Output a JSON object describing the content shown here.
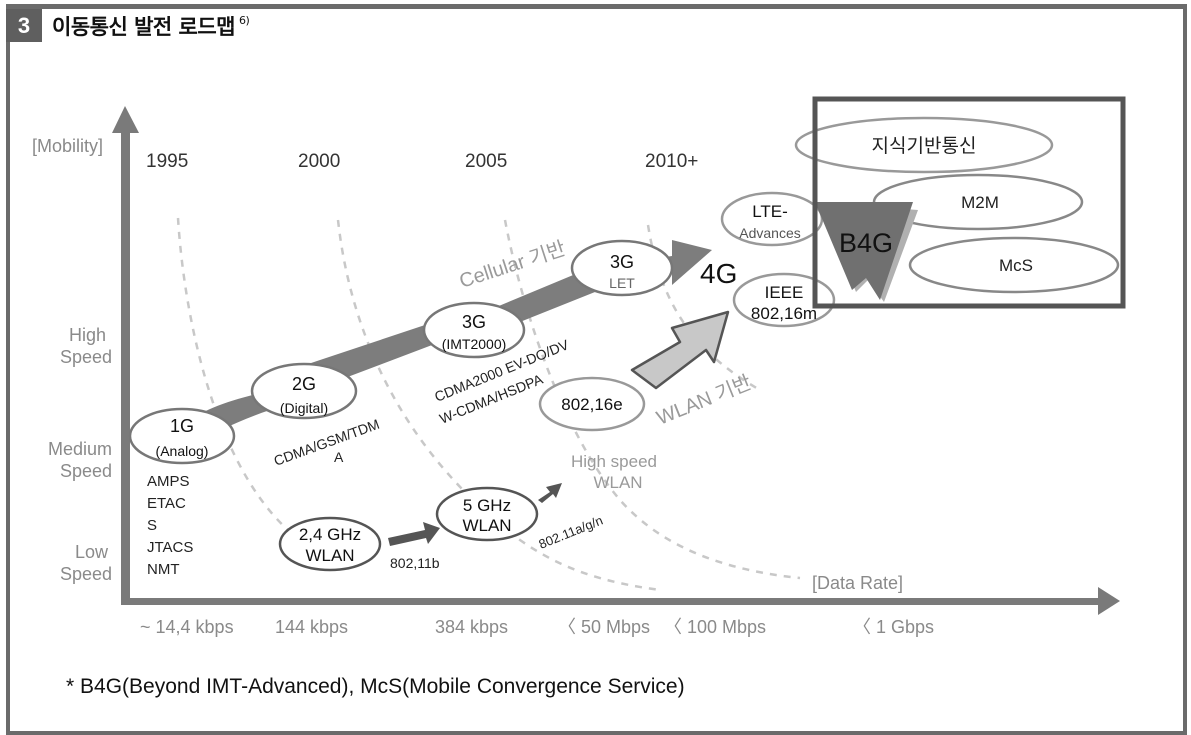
{
  "header": {
    "section_number": "3",
    "title": "이동통신 발전 로드맵",
    "footnote_ref": "6)"
  },
  "colors": {
    "frame": "#6b6b6b",
    "axis": "#7a7a7a",
    "cellular_band": "#7d7d7d",
    "wlan_arrow_fill": "#c8c8c8",
    "b4g_triangle": "#707070",
    "b4g_box": "#555555",
    "muted_text": "#8a8a8a",
    "dashed_curve": "#c8c8c8"
  },
  "axes": {
    "y_label": "[Mobility]",
    "x_label": "[Data Rate]",
    "y_levels": [
      {
        "line1": "High",
        "line2": "Speed"
      },
      {
        "line1": "Medium",
        "line2": "Speed"
      },
      {
        "line1": "Low",
        "line2": "Speed"
      }
    ],
    "years": [
      "1995",
      "2000",
      "2005",
      "2010+"
    ],
    "data_rates": [
      "~ 14,4 kbps",
      "144 kbps",
      "384 kbps",
      "〈 50 Mbps",
      "〈 100 Mbps",
      "〈 1 Gbps"
    ]
  },
  "cellular": {
    "label": "Cellular 기반",
    "nodes": [
      {
        "line1": "1G",
        "line2": "(Analog)"
      },
      {
        "line1": "2G",
        "line2": "(Digital)"
      },
      {
        "line1": "3G",
        "line2": "(IMT2000)"
      },
      {
        "line1": "3G",
        "line2": "LET"
      }
    ],
    "tech_1g": [
      "AMPS",
      "ETAC",
      "S",
      "JTACS",
      "NMT"
    ],
    "tech_2g": [
      "CDMA/GSM/TDM",
      "A"
    ],
    "tech_3g": [
      "CDMA2000 EV-DO/DV",
      "W-CDMA/HSDPA"
    ]
  },
  "wlan": {
    "label": "WLAN 기반",
    "node_24": {
      "line1": "2,4 GHz",
      "line2": "WLAN"
    },
    "node_5": {
      "line1": "5 GHz",
      "line2": "WLAN"
    },
    "std_b": "802,11b",
    "std_agn": "802.11a/g/n",
    "high_speed": {
      "line1": "High speed",
      "line2": "WLAN"
    },
    "node_16e": "802,16e"
  },
  "fourg": {
    "label": "4G",
    "lte": {
      "line1": "LTE-",
      "line2": "Advances"
    },
    "ieee": {
      "line1": "IEEE",
      "line2": "802,16m"
    }
  },
  "b4g": {
    "label": "B4G",
    "items": [
      "지식기반통신",
      "M2M",
      "McS"
    ]
  },
  "footnote": "* B4G(Beyond IMT-Advanced), McS(Mobile Convergence Service)"
}
